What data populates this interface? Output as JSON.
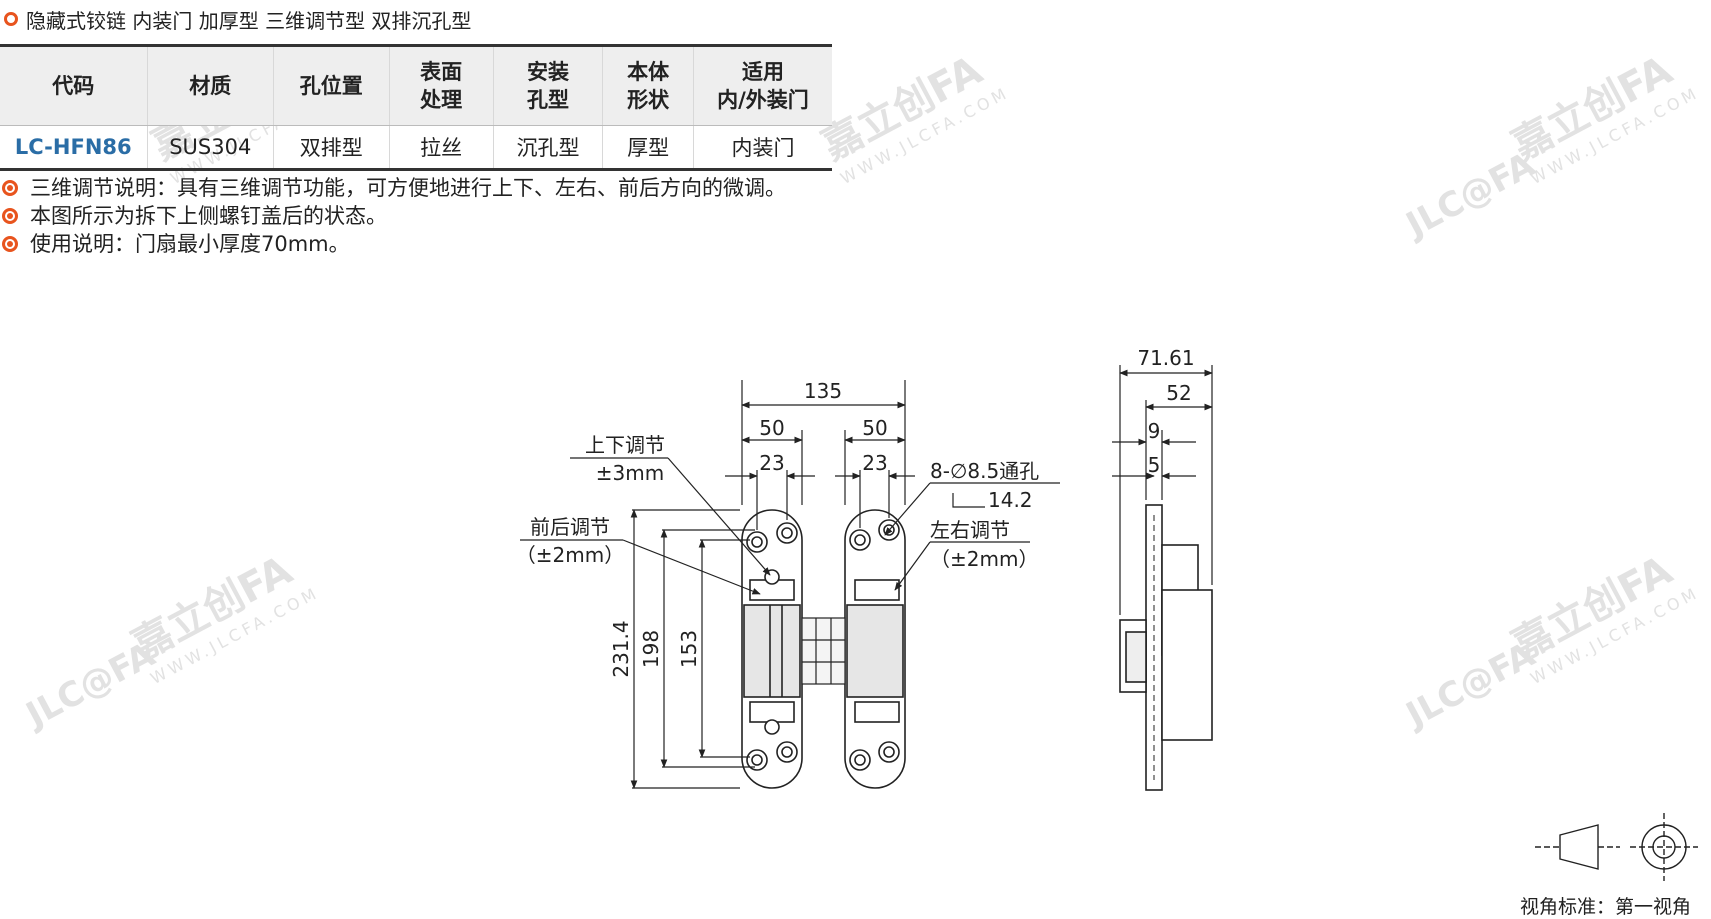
{
  "title": "隐藏式铰链 内装门 加厚型 三维调节型 双排沉孔型",
  "table": {
    "headers": [
      "代码",
      "材质",
      "孔位置",
      "表面\n处理",
      "安装\n孔型",
      "本体\n形状",
      "适用\n内/外装门"
    ],
    "row": [
      "LC-HFN86",
      "SUS304",
      "双排型",
      "拉丝",
      "沉孔型",
      "厚型",
      "内装门"
    ]
  },
  "notes": [
    "三维调节说明：具有三维调节功能，可方便地进行上下、左右、前后方向的微调。",
    "本图所示为拆下上侧螺钉盖后的状态。",
    "使用说明：门扇最小厚度70mm。"
  ],
  "drawing": {
    "dims": {
      "width_total": "135",
      "width_left": "50",
      "width_right": "50",
      "hole_left": "23",
      "hole_right": "23",
      "height_total": "231.4",
      "height_198": "198",
      "height_153": "153",
      "side_total": "71.61",
      "side_52": "52",
      "side_9": "9",
      "side_5": "5"
    },
    "labels": {
      "vertical_adjust": "上下调节",
      "vertical_range": "±3mm",
      "front_back_adjust": "前后调节",
      "front_back_range": "（±2mm）",
      "holes": "8-∅8.5通孔",
      "counterbore": "14.2",
      "left_right_adjust": "左右调节",
      "left_right_range": "（±2mm）"
    }
  },
  "projection": {
    "label": "视角标准：第一视角"
  },
  "watermark": {
    "brand": "嘉立创FA",
    "logo": "JLC@FA",
    "url": "WWW.JLCFA.COM"
  },
  "colors": {
    "accent": "#e8541e",
    "code": "#2a6da6"
  }
}
